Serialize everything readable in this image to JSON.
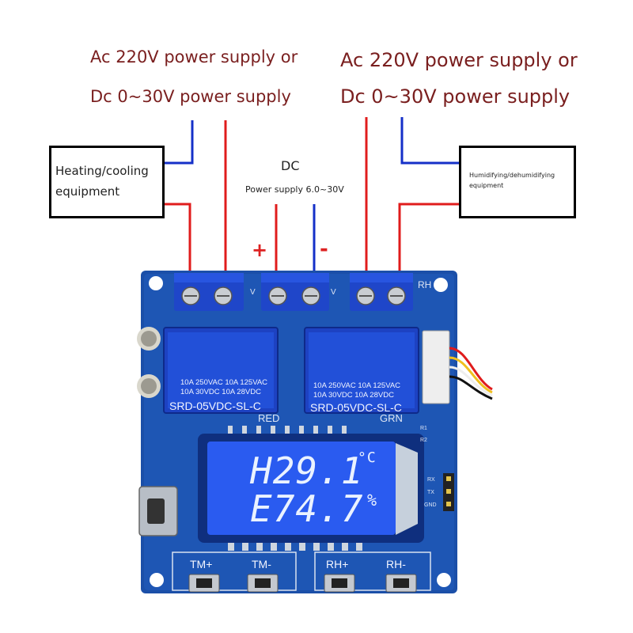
{
  "captions": {
    "left_line1": "Ac 220V power supply or",
    "left_line2": "Dc 0~30V power supply",
    "right_line1": "Ac 220V power supply or",
    "right_line2": "Dc 0~30V power supply"
  },
  "left_box": {
    "label": "Heating/cooling equipment"
  },
  "right_box": {
    "label": "Humidifying/dehumidifying equipment"
  },
  "dc_supply": {
    "title": "DC",
    "subtitle": "Power supply 6.0~30V",
    "plus": "+",
    "minus": "-"
  },
  "board": {
    "relay_text_line1": "10A 250VAC  10A 125VAC",
    "relay_text_line2": "10A  30VDC  10A  28VDC",
    "relay_model": "SRD-05VDC-SL-C",
    "led_left": "RED",
    "led_right": "GRN",
    "terminal_v": "V",
    "rh_mark": "RH",
    "lcd_line1": "H29.1",
    "lcd_unit1": "°C",
    "lcd_line2": "E74.7",
    "lcd_unit2": "%",
    "pins": [
      "RX",
      "TX",
      "GND"
    ],
    "r_labels": [
      "R1",
      "R2"
    ],
    "buttons": [
      "TM+",
      "TM-",
      "RH+",
      "RH-"
    ]
  },
  "colors": {
    "wire_red": "#e01c1c",
    "wire_blue": "#1530c8",
    "pcb": "#1b4fa8",
    "lcd": "#2a5bf0",
    "caption": "#7a1f1f"
  }
}
